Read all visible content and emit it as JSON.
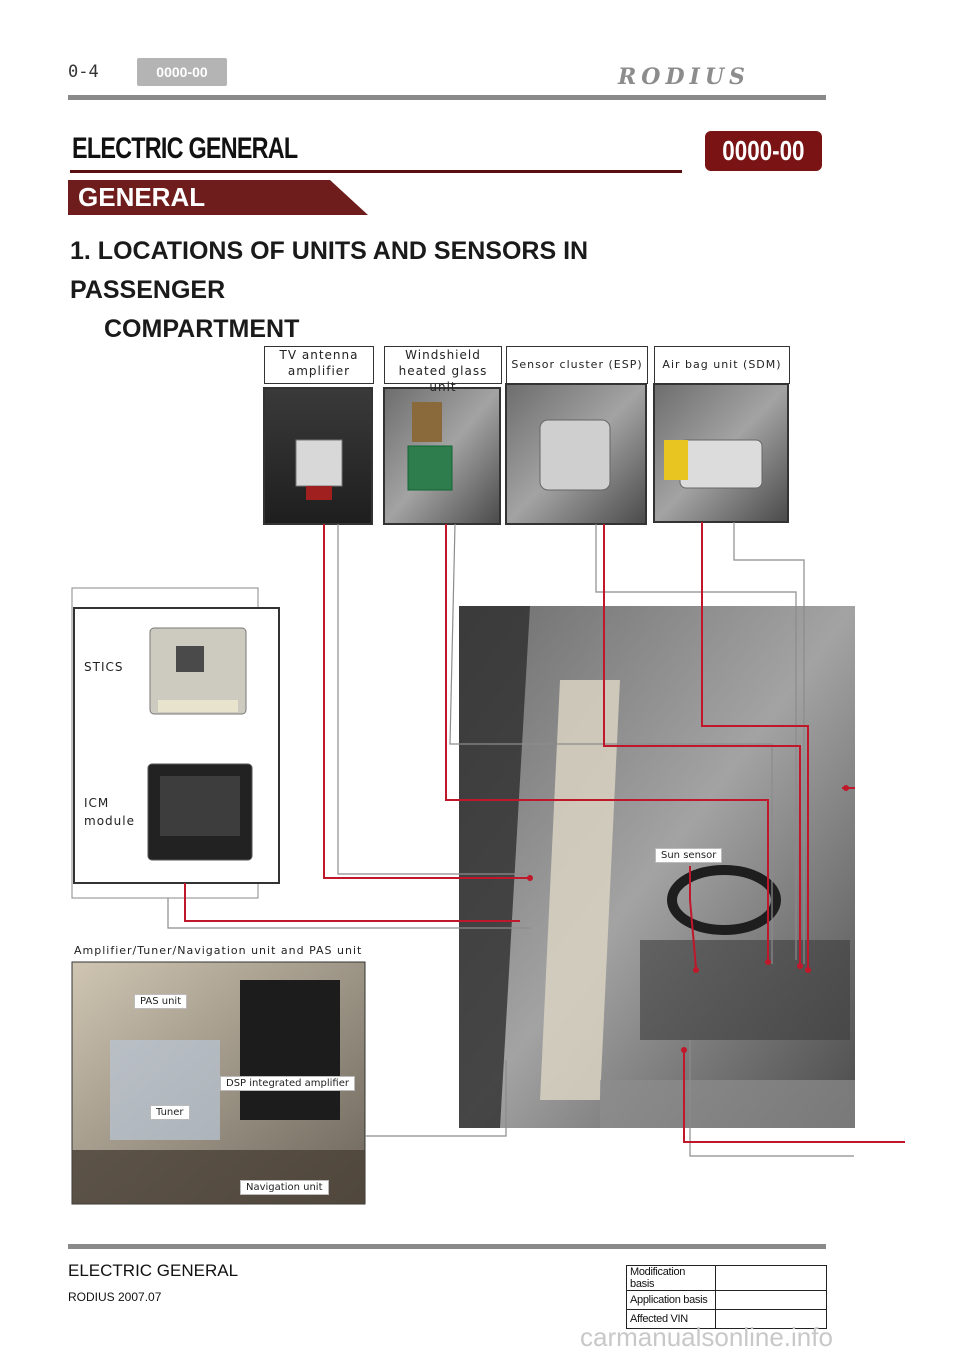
{
  "header": {
    "page_number": "0-4",
    "code_badge": "0000-00",
    "brand": "RODIUS"
  },
  "title": {
    "section": "ELECTRIC GENERAL",
    "code": "0000-00",
    "banner": "GENERAL",
    "heading_line1": "1. LOCATIONS OF UNITS AND SENSORS IN",
    "heading_line2": "PASSENGER",
    "heading_line3": "COMPARTMENT"
  },
  "callouts": {
    "tv_antenna": "TV antenna\namplifier",
    "windshield": "Windshield\nheated glass unit",
    "sensor_cluster": "Sensor cluster (ESP)",
    "air_bag": "Air bag unit (SDM)",
    "stics": "STICS",
    "icm": "ICM\nmodule",
    "sun_sensor": "Sun sensor",
    "amp_group": "Amplifier/Tuner/Navigation unit and PAS unit",
    "pas_unit": "PAS unit",
    "dsp_amp": "DSP integrated amplifier",
    "tuner": "Tuner",
    "navigation": "Navigation unit"
  },
  "footer": {
    "title": "ELECTRIC GENERAL",
    "date": "RODIUS 2007.07",
    "table": [
      {
        "label": "Modification basis",
        "value": ""
      },
      {
        "label": "Application basis",
        "value": ""
      },
      {
        "label": "Affected VIN",
        "value": ""
      }
    ]
  },
  "watermark": "carmanualsonline.info",
  "colors": {
    "accent": "#7a1414",
    "leader_red": "#c0182a",
    "leader_gray": "#8c8c8c",
    "rule": "#8a8a8a"
  }
}
